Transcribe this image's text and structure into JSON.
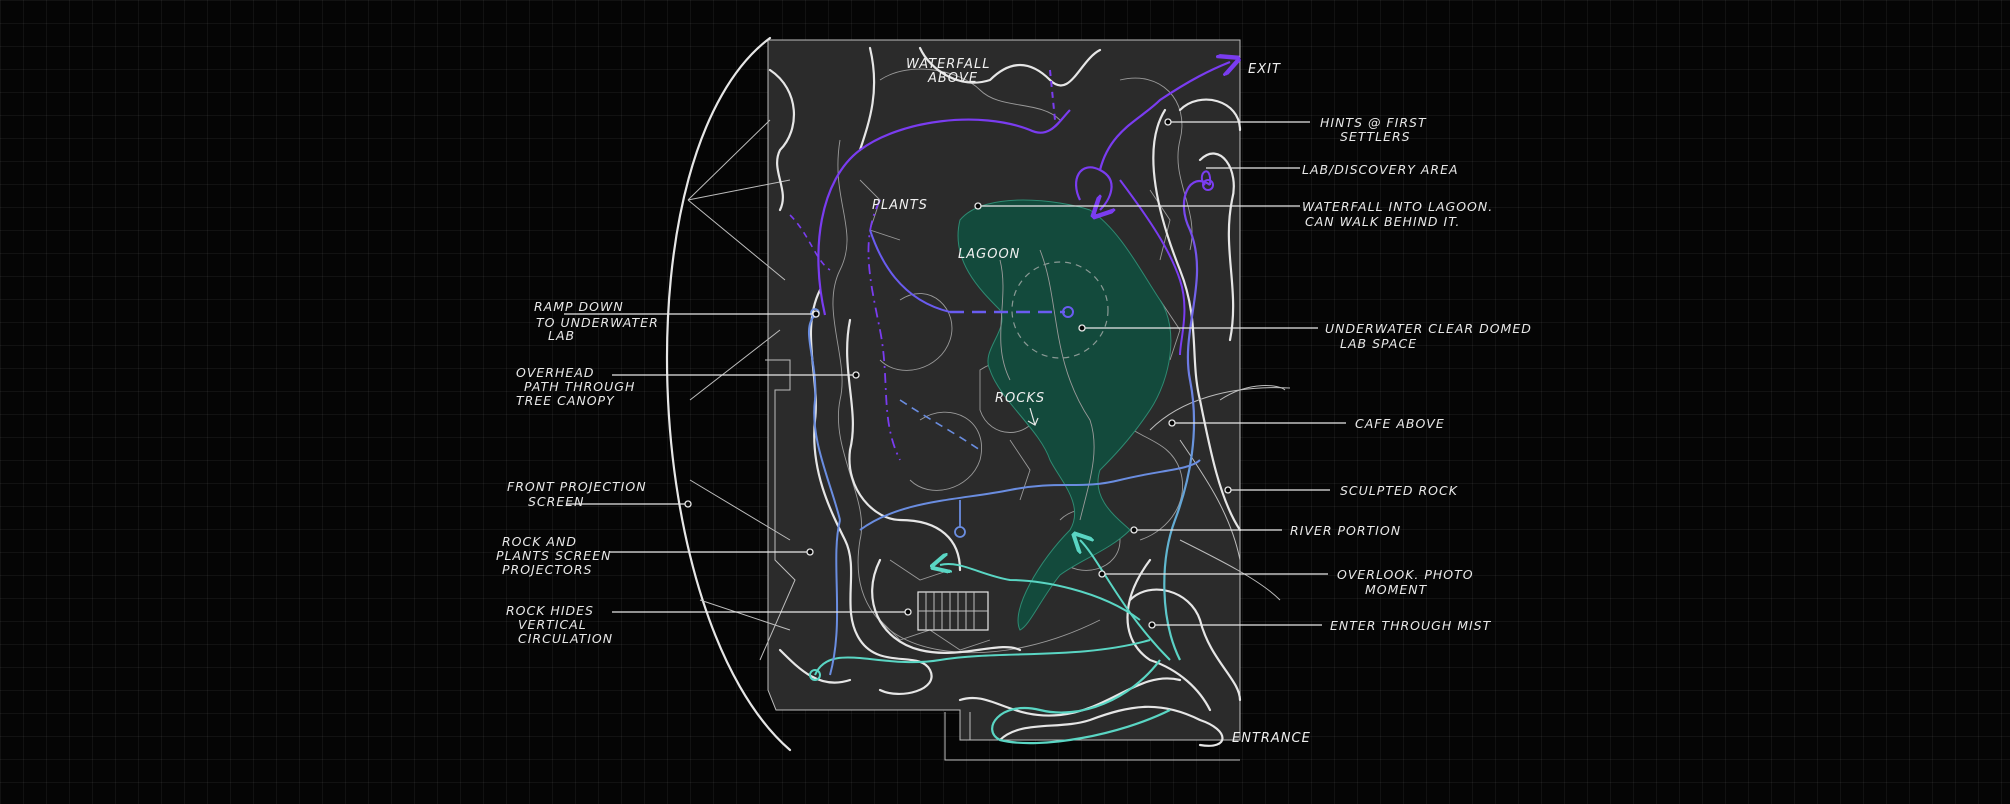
{
  "colors": {
    "background": "#050505",
    "site_fill": "#2e2e2e",
    "lagoon": "#134a3c",
    "path_purple": "#7a3cf0",
    "path_blue": "#6a8de0",
    "path_teal": "#5ad6c4",
    "linework": "#e8e8e8"
  },
  "inner_labels": {
    "waterfall_above": [
      "WATERFALL",
      "ABOVE"
    ],
    "exit": "EXIT",
    "plants": "PLANTS",
    "lagoon": "LAGOON",
    "rocks": "ROCKS",
    "entrance": "ENTRANCE"
  },
  "callouts_right": [
    {
      "id": "hints",
      "lines": [
        "HINTS @ FIRST",
        "SETTLERS"
      ]
    },
    {
      "id": "lab",
      "lines": [
        "LAB/DISCOVERY AREA"
      ]
    },
    {
      "id": "waterfall",
      "lines": [
        "WATERFALL INTO LAGOON.",
        "CAN WALK BEHIND IT."
      ]
    },
    {
      "id": "underwater",
      "lines": [
        "UNDERWATER CLEAR DOMED",
        "LAB SPACE"
      ]
    },
    {
      "id": "cafe",
      "lines": [
        "CAFE ABOVE"
      ]
    },
    {
      "id": "rock",
      "lines": [
        "SCULPTED ROCK"
      ]
    },
    {
      "id": "river",
      "lines": [
        "RIVER PORTION"
      ]
    },
    {
      "id": "overlook",
      "lines": [
        "OVERLOOK. PHOTO",
        "MOMENT"
      ]
    },
    {
      "id": "mist",
      "lines": [
        "ENTER THROUGH MIST"
      ]
    }
  ],
  "callouts_left": [
    {
      "id": "ramp",
      "lines": [
        "RAMP DOWN",
        "TO UNDERWATER",
        "LAB"
      ]
    },
    {
      "id": "overhead",
      "lines": [
        "OVERHEAD",
        "PATH THROUGH",
        "TREE CANOPY"
      ]
    },
    {
      "id": "projection",
      "lines": [
        "FRONT PROJECTION",
        "SCREEN"
      ]
    },
    {
      "id": "projectors",
      "lines": [
        "ROCK AND",
        "PLANTS SCREEN",
        "PROJECTORS"
      ]
    },
    {
      "id": "circulation",
      "lines": [
        "ROCK HIDES",
        "VERTICAL",
        "CIRCULATION"
      ]
    }
  ]
}
